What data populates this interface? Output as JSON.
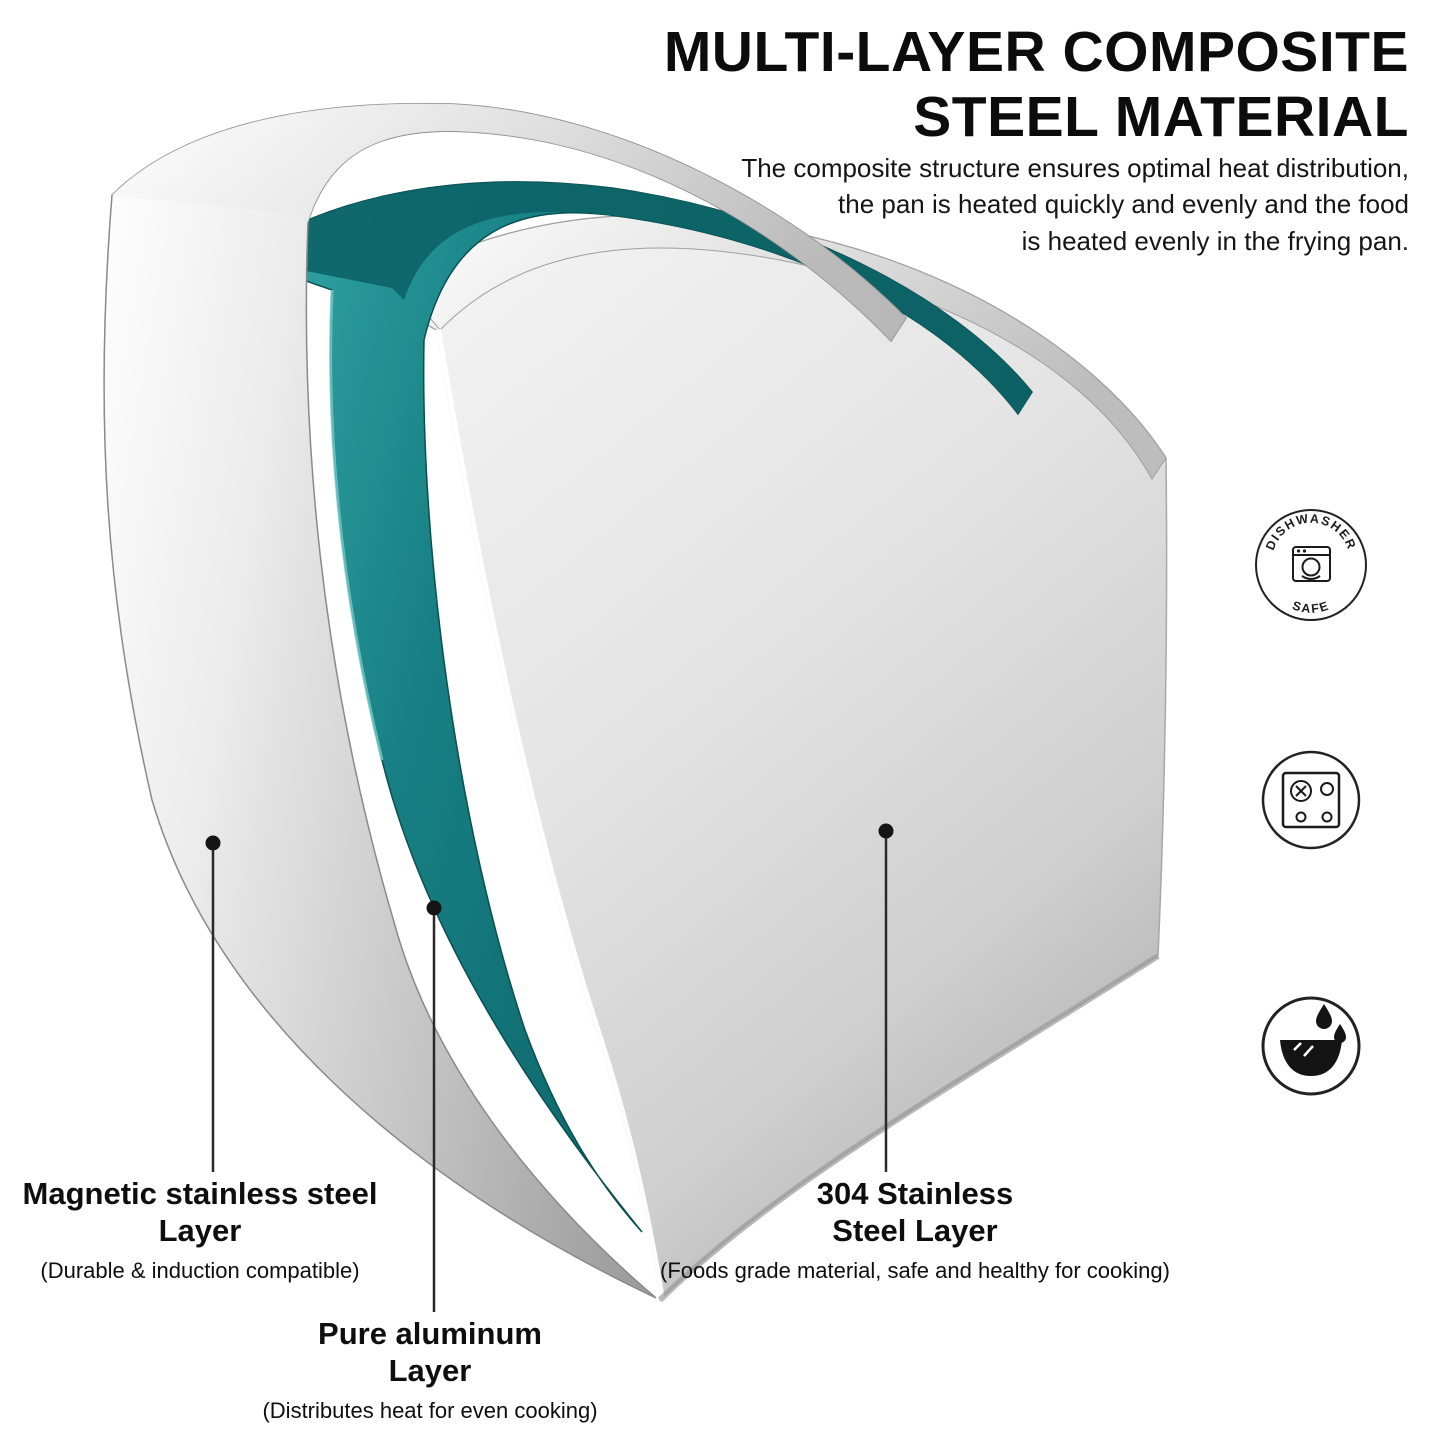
{
  "header": {
    "title_line1": "MULTI-LAYER COMPOSITE",
    "title_line2": "STEEL MATERIAL",
    "subtitle_lines": [
      "The composite structure ensures optimal heat distribution,",
      "the pan is heated quickly and evenly and the food",
      "is heated evenly in the frying pan."
    ]
  },
  "callouts": [
    {
      "title_line1": "Magnetic stainless steel",
      "title_line2": "Layer",
      "note": "(Durable & induction compatible)"
    },
    {
      "title_line1": "Pure aluminum",
      "title_line2": "Layer",
      "note": "(Distributes heat for even cooking)"
    },
    {
      "title_line1": "304 Stainless",
      "title_line2": "Steel Layer",
      "note": "(Foods grade material, safe and healthy for cooking)"
    }
  ],
  "badges": {
    "dishwasher": {
      "arc_top": "DISHWASHER",
      "arc_bottom": "SAFE",
      "icon": "dishwasher-icon"
    },
    "stove": {
      "icon": "gas-stove-icon"
    },
    "clean": {
      "icon": "water-drops-bowl-icon"
    }
  },
  "diagram": {
    "layers": [
      {
        "name": "Magnetic stainless steel Layer",
        "color": "#c6c6c6"
      },
      {
        "name": "Pure aluminum Layer",
        "color": "#147a7e"
      },
      {
        "name": "304 Stainless Steel Layer",
        "color": "#dcdcdc"
      }
    ]
  },
  "colors": {
    "teal": "#147a7e",
    "teal_dark": "#0b5d61",
    "steel_light": "#f2f2f2",
    "steel_dark": "#8c8c8c",
    "text": "#111111"
  }
}
